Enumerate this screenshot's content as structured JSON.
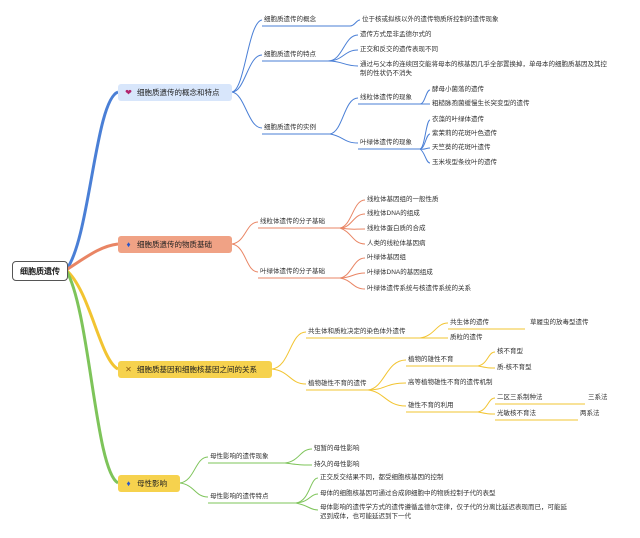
{
  "root": "细胞质遗传",
  "colors": {
    "blue": "#4a7fd6",
    "orange": "#e98564",
    "yellow": "#f2c431",
    "green": "#7ec45a"
  },
  "icons": [
    "heart-icon",
    "flame-icon",
    "tools-icon",
    "flame-icon"
  ],
  "branch1": {
    "title": "细胞质遗传的概念和特点",
    "concept": {
      "label": "细胞质遗传的概念",
      "desc": "位于核或拟核以外的遗传物质所控制的遗传现象"
    },
    "features": {
      "label": "细胞质遗传的特点",
      "items": [
        "遗传方式是非孟德尔式的",
        "正交和反交的遗传表现不同",
        "通过与父本的连续回交能将母本的核基因几乎全部置换掉，单母本的细胞质基因及其控制的性状仍不消失"
      ]
    },
    "examples": {
      "label": "细胞质遗传的实例",
      "mito": {
        "label": "线粒体遗传的现象",
        "items": [
          "酵母小菌落的遗传",
          "粗糙脉孢菌缓慢生长突变型的遗传"
        ]
      },
      "chloro": {
        "label": "叶绿体遗传的现象",
        "items": [
          "衣藻的叶绿体遗传",
          "紫茉莉的花斑叶色遗传",
          "天竺葵的花斑叶遗传",
          "玉米埃型条纹叶的遗传"
        ]
      }
    }
  },
  "branch2": {
    "title": "细胞质遗传的物质基础",
    "mito": {
      "label": "线粒体遗传的分子基础",
      "items": [
        "线粒体基因组的一般性质",
        "线粒体DNA的组成",
        "线粒体蛋白质的合成",
        "人类的线粒体基因病"
      ]
    },
    "chloro": {
      "label": "叶绿体遗传的分子基础",
      "items": [
        "叶绿体基因组",
        "叶绿体DNA的基因组成",
        "叶绿体遗传系统与核遗传系统的关系"
      ]
    }
  },
  "branch3": {
    "title": "细胞质基因和细胞核基因之间的关系",
    "symbiont": {
      "label": "共生体和质粒决定的染色体外遗传",
      "items": [
        "共生体的遗传",
        "质粒的遗传"
      ],
      "leaf": "草履虫的放毒型遗传"
    },
    "sterility": {
      "label": "植物雄性不育的遗传",
      "types": {
        "label": "植物的雄性不育",
        "items": [
          "核不育型",
          "质-核不育型"
        ]
      },
      "mechanism": "高等植物雄性不育的遗传机制",
      "usage": {
        "label": "雄性不育的利用",
        "items": [
          {
            "label": "二区三系制种法",
            "leaf": "三系法"
          },
          {
            "label": "光敏核不育法",
            "leaf": "两系法"
          }
        ]
      }
    }
  },
  "branch4": {
    "title": "母性影响",
    "phenomenon": {
      "label": "母性影响的遗传现象",
      "items": [
        "短暂的母性影响",
        "持久的母性影响"
      ]
    },
    "features": {
      "label": "母性影响的遗传特点",
      "items": [
        "正交反交结果不同，都受细胞核基因的控制",
        "母体的细胞核基因可通过合成卵细胞中的物质控制子代的表型",
        "母体影响的遗传学方式的遗传遵循孟德尔定律，仅子代的分离比延迟表现而已，可能延迟到成体，也可能延迟到下一代"
      ]
    }
  }
}
